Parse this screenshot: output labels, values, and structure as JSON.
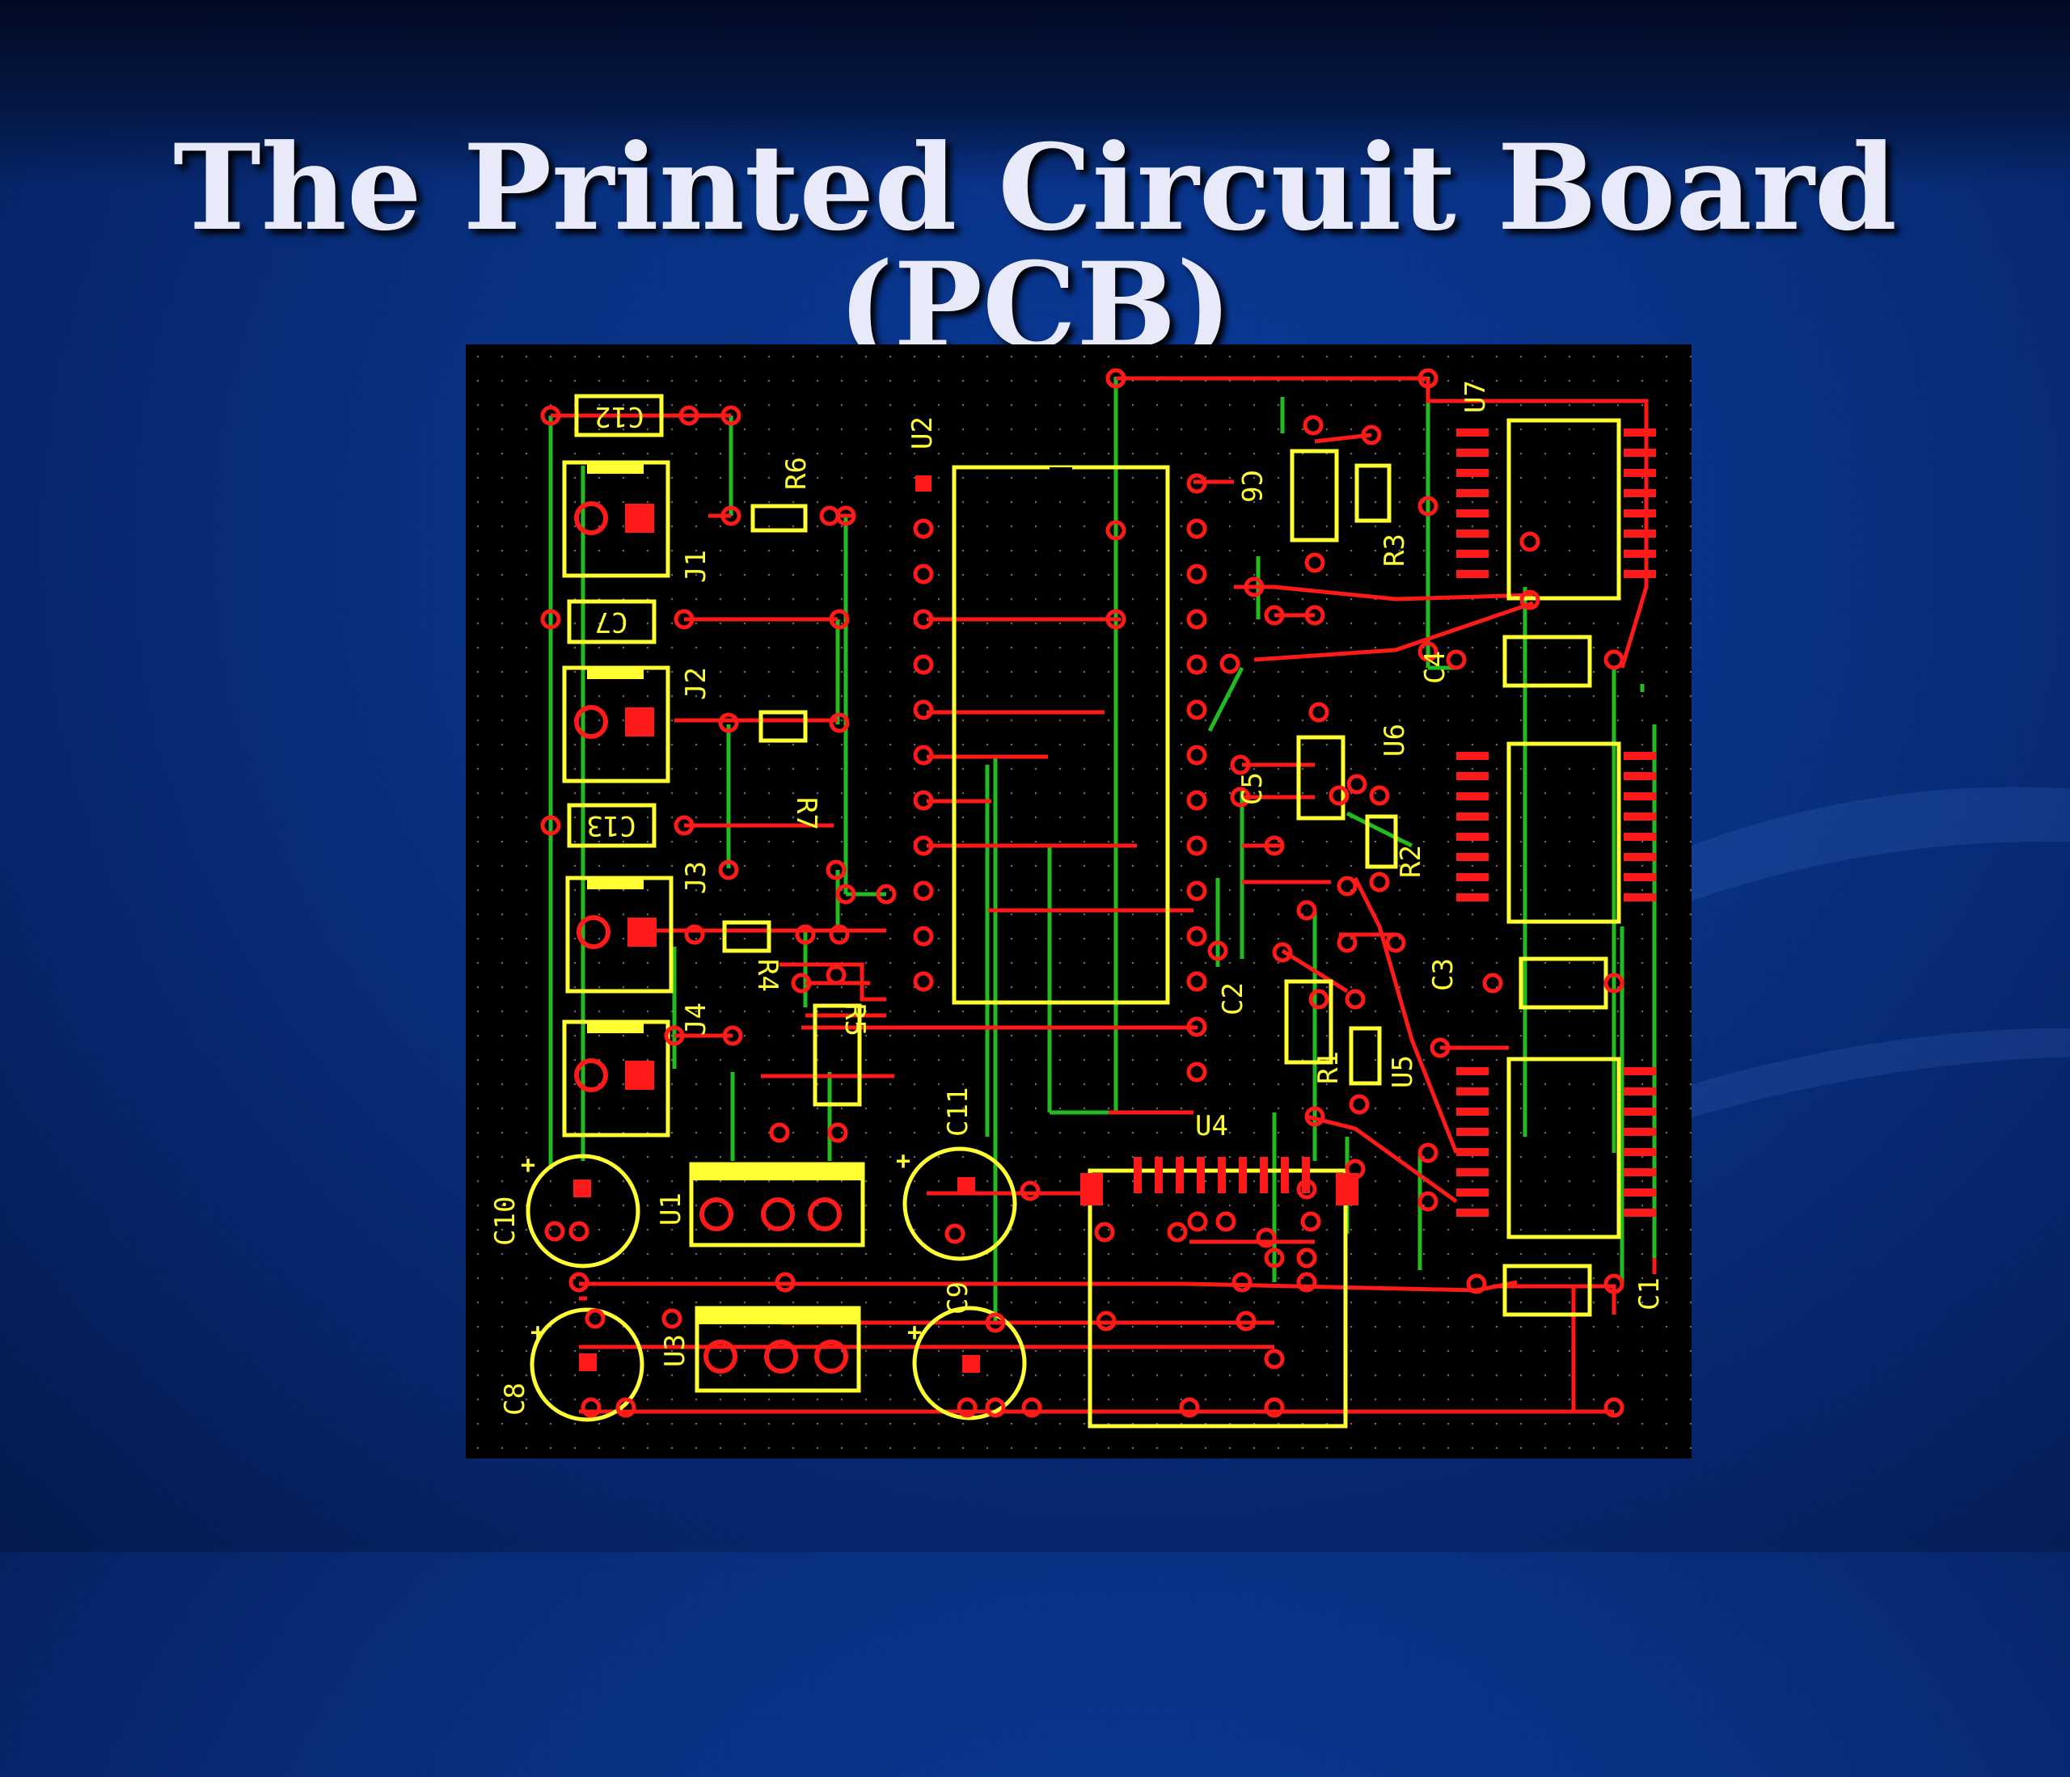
{
  "slide": {
    "title": "The Printed Circuit Board (PCB)"
  },
  "pcb": {
    "colors": {
      "board": "#000000",
      "silkscreen": "#ffff33",
      "copper": "#ff1a1a",
      "bottom_trace": "#22bb22"
    },
    "labels": {
      "c12": "C12",
      "r6": "R6",
      "u2": "U2",
      "j1": "J1",
      "c7": "C7",
      "j2": "J2",
      "r7": "R7",
      "c13": "C13",
      "j3": "J3",
      "r4": "R4",
      "j4": "J4",
      "r5": "R5",
      "c11": "C11",
      "c10": "C10",
      "u1": "U1",
      "c9": "C9",
      "c8": "C8",
      "u3": "U3",
      "u4": "U4",
      "c6": "C6",
      "r3": "R3",
      "u7": "U7",
      "c4": "C4",
      "u6": "U6",
      "c5": "C5",
      "r2": "R2",
      "c3": "C3",
      "c2": "C2",
      "r1": "R1",
      "u5": "U5",
      "c1": "C1"
    }
  }
}
